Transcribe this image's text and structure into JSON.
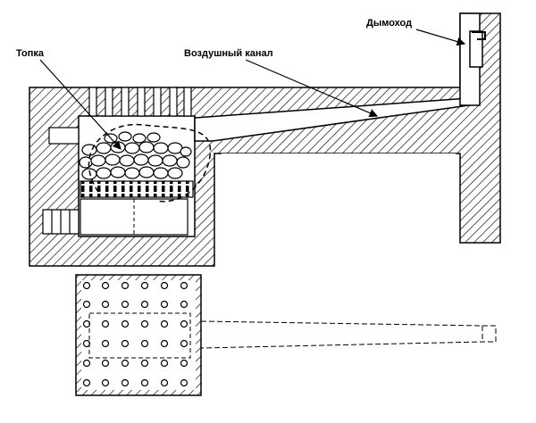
{
  "labels": {
    "firebox": "Топка",
    "air_channel": "Воздушный канал",
    "chimney": "Дымоход"
  }
}
